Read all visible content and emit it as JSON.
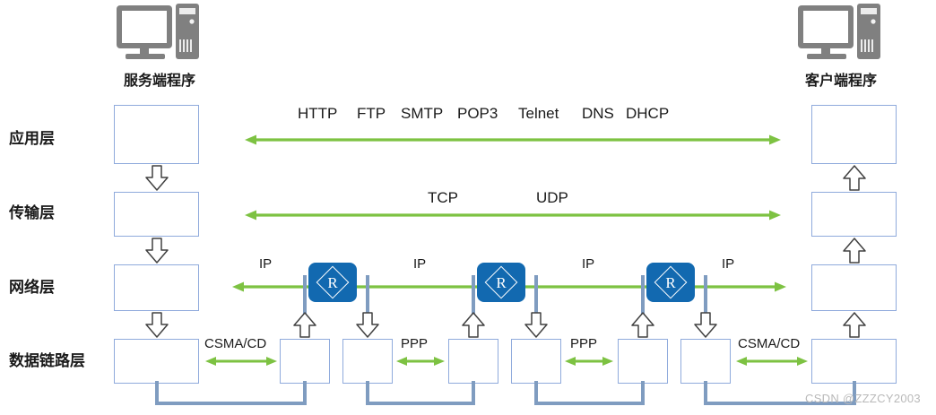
{
  "diagram": {
    "title": "TCP/IP network layering communication diagram",
    "watermark": "CSDN @ZZZCY2003",
    "colors": {
      "green_arrow": "#7dc242",
      "box_border": "#8faadc",
      "router_blue": "#1269b0",
      "link_line": "#7f9cc0",
      "block_arrow_outline": "#404040",
      "computer_icon": "#808080",
      "watermark": "#b9b9b9"
    }
  },
  "layers": [
    {
      "name": "应用层"
    },
    {
      "name": "传输层"
    },
    {
      "name": "网络层"
    },
    {
      "name": "数据链路层"
    }
  ],
  "nodes": {
    "server": {
      "caption": "服务端程序",
      "icon": "desktop-computer-icon"
    },
    "client": {
      "caption": "客户端程序",
      "icon": "desktop-computer-icon"
    }
  },
  "protocols": {
    "application": [
      "HTTP",
      "FTP",
      "SMTP",
      "POP3",
      "Telnet",
      "DNS",
      "DHCP"
    ],
    "transport": [
      "TCP",
      "UDP"
    ],
    "network": [
      "IP",
      "IP",
      "IP",
      "IP"
    ],
    "datalink": [
      "CSMA/CD",
      "PPP",
      "PPP",
      "CSMA/CD"
    ]
  },
  "routers": [
    {
      "label": "R",
      "name": "router-1"
    },
    {
      "label": "R",
      "name": "router-2"
    },
    {
      "label": "R",
      "name": "router-3"
    }
  ]
}
